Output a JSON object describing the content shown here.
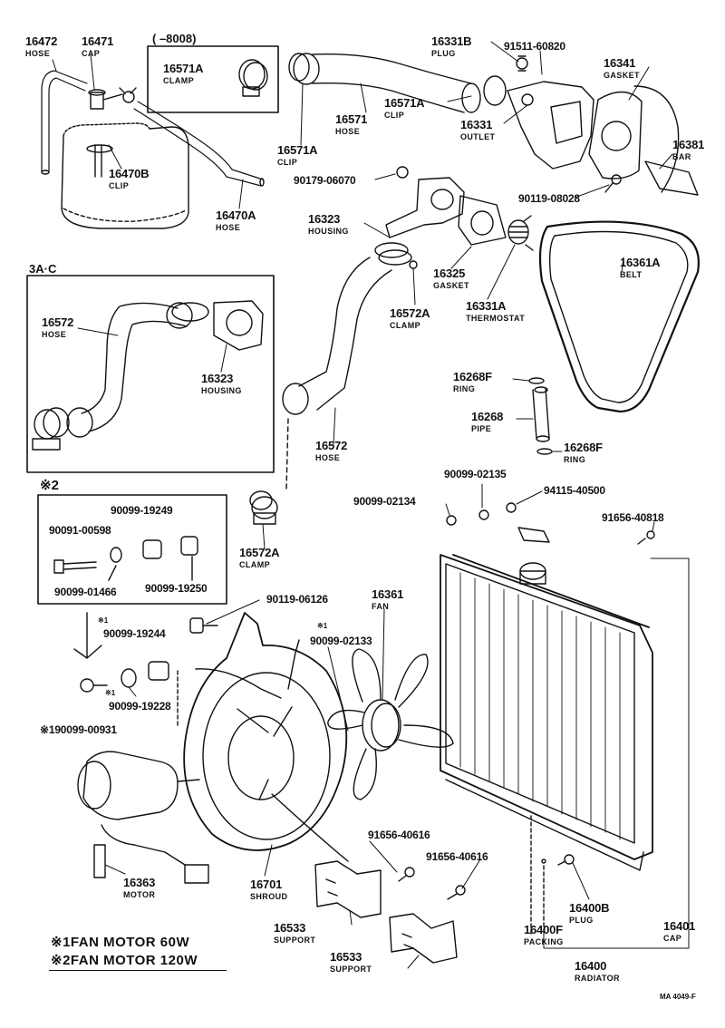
{
  "diagram": {
    "footer_code": "MA  4049-F",
    "header_note": "(      –8008)",
    "inset_3ac_label": "3A·C",
    "inset_2_label": "※2",
    "notes": [
      {
        "mark": "※1",
        "text": "FAN  MOTOR  60W"
      },
      {
        "mark": "※2",
        "text": "FAN  MOTOR  120W"
      }
    ],
    "marks": {
      "m1_a": "※1",
      "m1_b": "※1",
      "m1_c": "※1",
      "m1_d": "※1"
    },
    "parts": [
      {
        "id": "p16472",
        "num": "16472",
        "name": "HOSE"
      },
      {
        "id": "p16471",
        "num": "16471",
        "name": "CAP"
      },
      {
        "id": "p16470B",
        "num": "16470B",
        "name": "CLIP"
      },
      {
        "id": "p16470A",
        "num": "16470A",
        "name": "HOSE"
      },
      {
        "id": "p16571A_box",
        "num": "16571A",
        "name": "CLAMP"
      },
      {
        "id": "p16571A_clip1",
        "num": "16571A",
        "name": "CLIP"
      },
      {
        "id": "p16571",
        "num": "16571",
        "name": "HOSE"
      },
      {
        "id": "p16571A_clip2",
        "num": "16571A",
        "name": "CLIP"
      },
      {
        "id": "p16331B",
        "num": "16331B",
        "name": "PLUG"
      },
      {
        "id": "p91511",
        "num": "91511-60820",
        "name": ""
      },
      {
        "id": "p16331",
        "num": "16331",
        "name": "OUTLET"
      },
      {
        "id": "p16341",
        "num": "16341",
        "name": "GASKET"
      },
      {
        "id": "p16381",
        "num": "16381",
        "name": "BAR"
      },
      {
        "id": "p90179",
        "num": "90179-06070",
        "name": ""
      },
      {
        "id": "p90119_08028",
        "num": "90119-08028",
        "name": ""
      },
      {
        "id": "p16323",
        "num": "16323",
        "name": "HOUSING"
      },
      {
        "id": "p16325",
        "num": "16325",
        "name": "GASKET"
      },
      {
        "id": "p16572A_top",
        "num": "16572A",
        "name": "CLAMP"
      },
      {
        "id": "p16331A",
        "num": "16331A",
        "name": "THERMOSTAT"
      },
      {
        "id": "p16361A",
        "num": "16361A",
        "name": "BELT"
      },
      {
        "id": "p16572_inset",
        "num": "16572",
        "name": "HOSE"
      },
      {
        "id": "p16323_inset",
        "num": "16323",
        "name": "HOUSING"
      },
      {
        "id": "p16268F_top",
        "num": "16268F",
        "name": "RING"
      },
      {
        "id": "p16268",
        "num": "16268",
        "name": "PIPE"
      },
      {
        "id": "p16268F_bot",
        "num": "16268F",
        "name": "RING"
      },
      {
        "id": "p16572",
        "num": "16572",
        "name": "HOSE"
      },
      {
        "id": "p16572A_bot",
        "num": "16572A",
        "name": "CLAMP"
      },
      {
        "id": "p90099_19249",
        "num": "90099-19249",
        "name": ""
      },
      {
        "id": "p90091_00598",
        "num": "90091-00598",
        "name": ""
      },
      {
        "id": "p90099_01466",
        "num": "90099-01466",
        "name": ""
      },
      {
        "id": "p90099_19250",
        "num": "90099-19250",
        "name": ""
      },
      {
        "id": "p90099_02135",
        "num": "90099-02135",
        "name": ""
      },
      {
        "id": "p90099_02134",
        "num": "90099-02134",
        "name": ""
      },
      {
        "id": "p94115",
        "num": "94115-40500",
        "name": ""
      },
      {
        "id": "p91656_40818",
        "num": "91656-40818",
        "name": ""
      },
      {
        "id": "p90119_06126",
        "num": "90119-06126",
        "name": ""
      },
      {
        "id": "p16361",
        "num": "16361",
        "name": "FAN"
      },
      {
        "id": "p90099_19244",
        "num": "90099-19244",
        "name": ""
      },
      {
        "id": "p90099_02133",
        "num": "90099-02133",
        "name": ""
      },
      {
        "id": "p90099_19228",
        "num": "90099-19228",
        "name": ""
      },
      {
        "id": "p90099_00931",
        "num": "※190099-00931",
        "name": ""
      },
      {
        "id": "p16363",
        "num": "16363",
        "name": "MOTOR"
      },
      {
        "id": "p16701",
        "num": "16701",
        "name": "SHROUD"
      },
      {
        "id": "p91656_40616a",
        "num": "91656-40616",
        "name": ""
      },
      {
        "id": "p91656_40616b",
        "num": "91656-40616",
        "name": ""
      },
      {
        "id": "p16533a",
        "num": "16533",
        "name": "SUPPORT"
      },
      {
        "id": "p16533b",
        "num": "16533",
        "name": "SUPPORT"
      },
      {
        "id": "p16400B",
        "num": "16400B",
        "name": "PLUG"
      },
      {
        "id": "p16400F",
        "num": "16400F",
        "name": "PACKING"
      },
      {
        "id": "p16401",
        "num": "16401",
        "name": "CAP"
      },
      {
        "id": "p16400",
        "num": "16400",
        "name": "RADIATOR"
      }
    ]
  }
}
